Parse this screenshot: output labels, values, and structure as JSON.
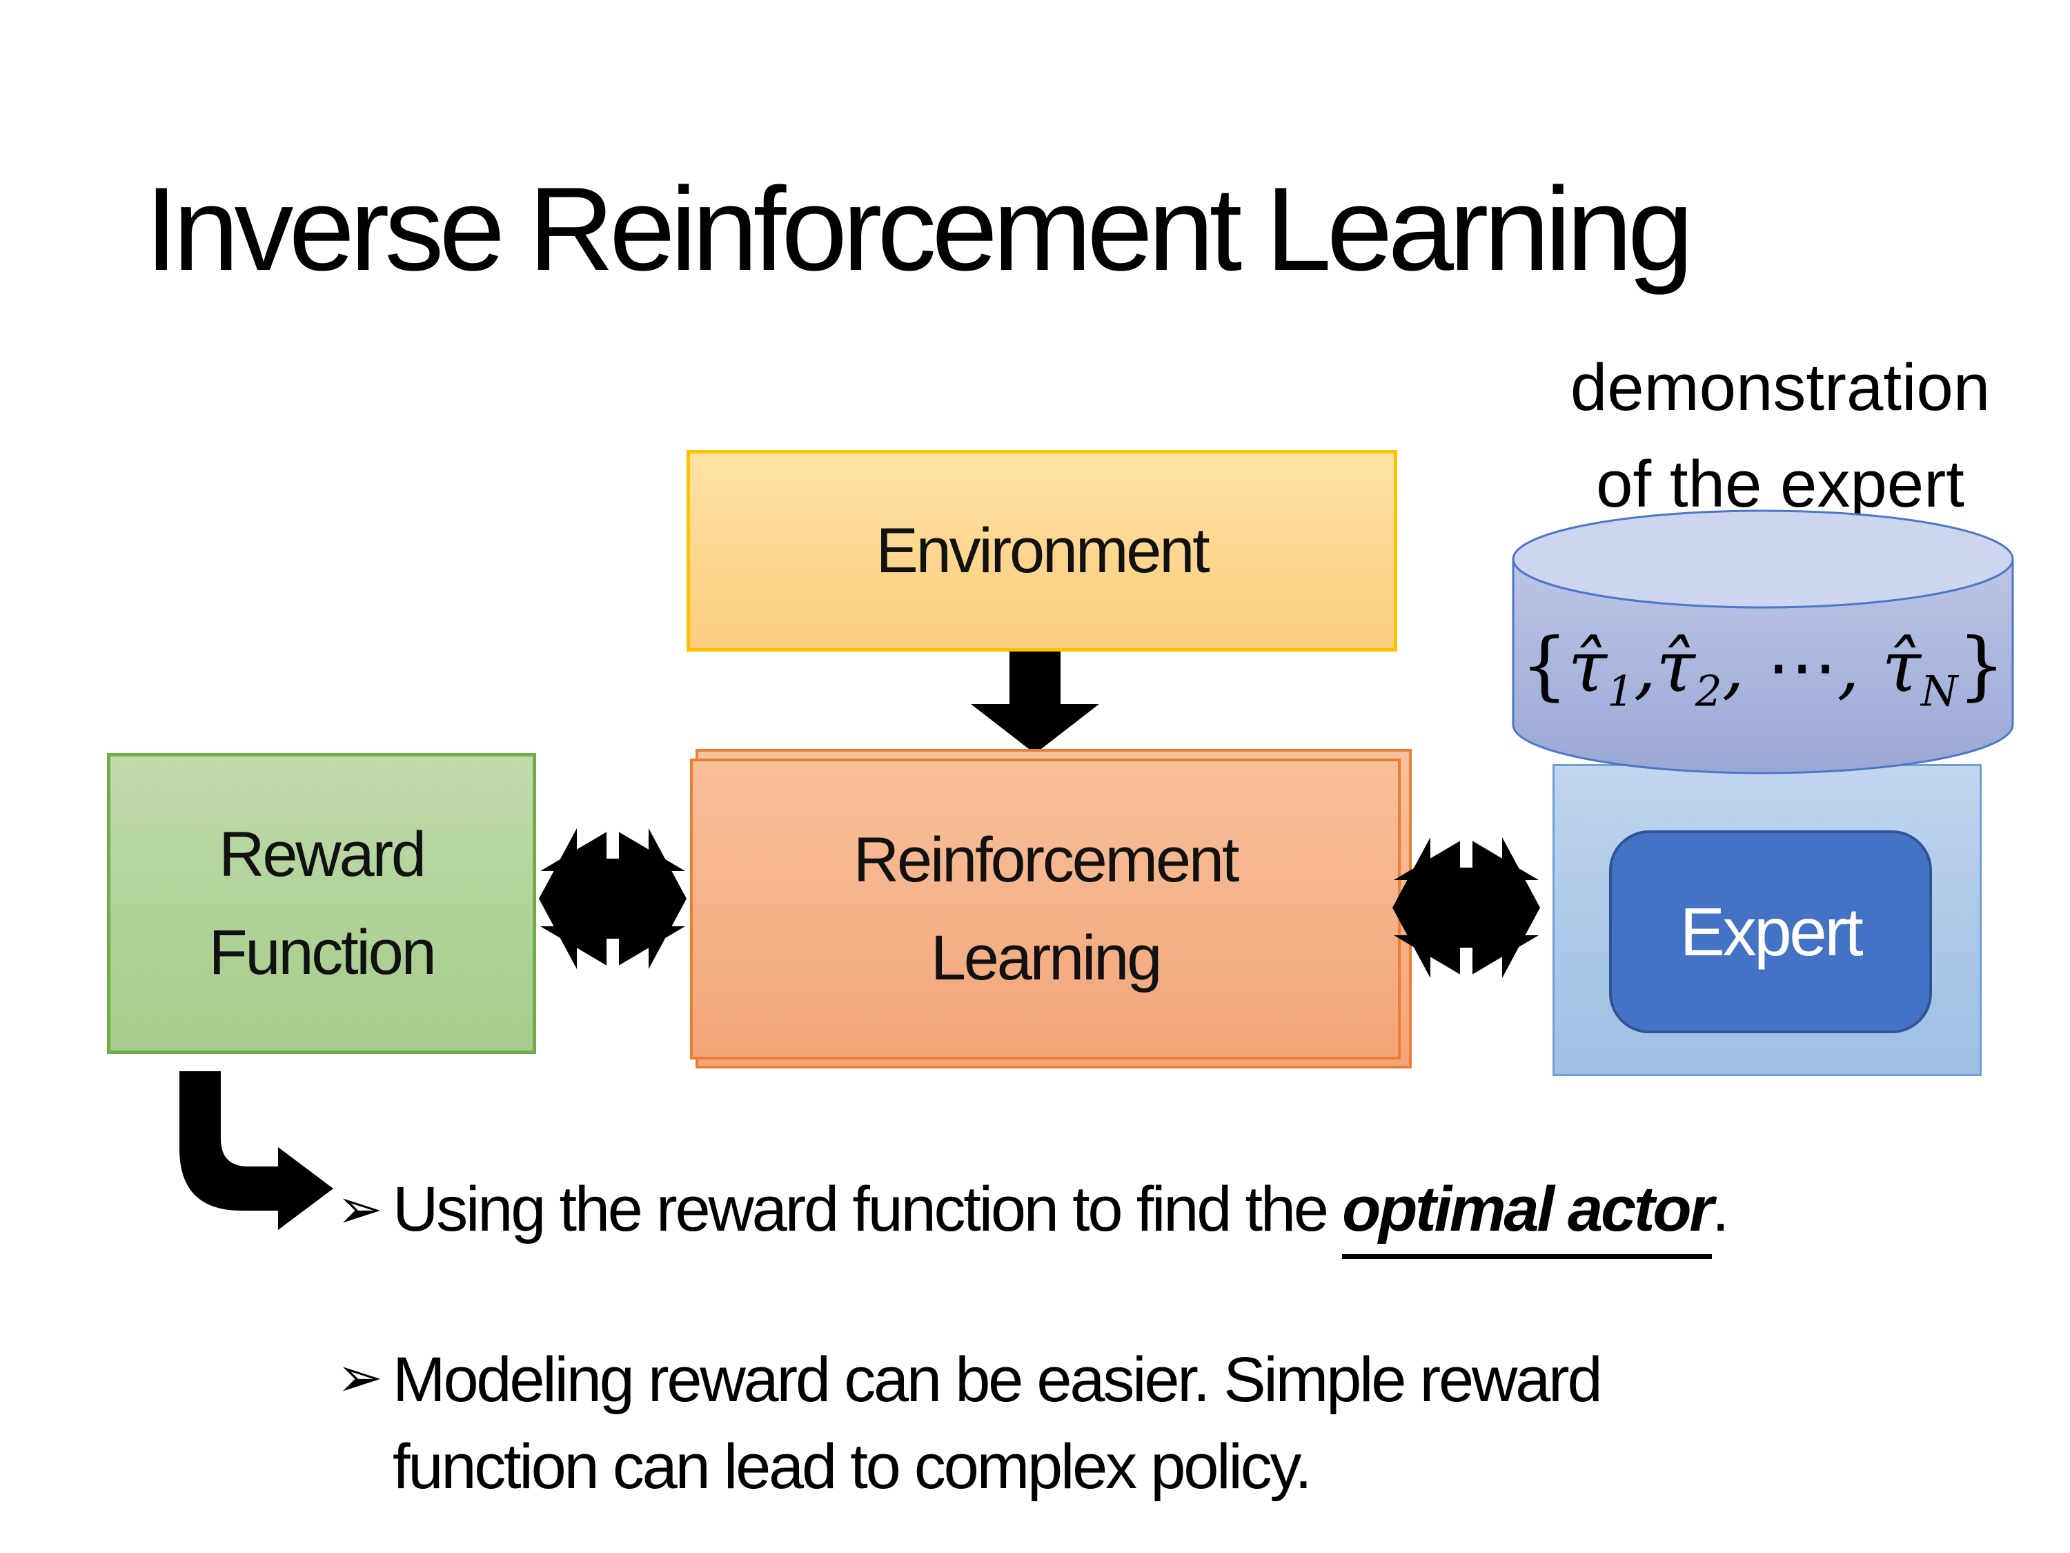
{
  "slide": {
    "title": "Inverse Reinforcement Learning",
    "annotation": {
      "line1": "demonstration",
      "line2": "of the expert"
    },
    "nodes": {
      "environment": {
        "label": "Environment"
      },
      "reward_function": {
        "line1": "Reward",
        "line2": "Function"
      },
      "reinforcement_learning": {
        "line1": "Reinforcement",
        "line2": "Learning"
      },
      "expert": {
        "label": "Expert"
      }
    },
    "demo_formula": {
      "open": "{",
      "t1": "τ̂",
      "t1sub": "1",
      "sep1": ",",
      "t2": "τ̂",
      "t2sub": "2",
      "sep2": ",",
      "dots": "⋯",
      "sep3": ",",
      "tn": "τ̂",
      "tnsub": "N",
      "close": "}"
    },
    "bullets": {
      "marker": "➢",
      "item1": {
        "prefix": "Using the reward function to find the ",
        "emphasis": "optimal actor",
        "suffix": "."
      },
      "item2": {
        "line1": "Modeling reward can be easier. Simple reward",
        "line2": "function can lead to complex policy."
      }
    },
    "colors": {
      "environment_border": "#FFC000",
      "environment_fill": "#FCD68E",
      "reward_border": "#70AD47",
      "reward_fill": "#B0D298",
      "rl_border": "#ED7D31",
      "rl_fill": "#F5B188",
      "expert_container_fill": "#AECAE9",
      "expert_container_border": "#6FA0D4",
      "expert_fill": "#4472C4",
      "expert_border": "#2F5597",
      "expert_text": "#FFFFFF",
      "cylinder_fill": "#A9B4DD",
      "cylinder_top_fill": "#CDD6EE",
      "cylinder_border": "#4C77C9",
      "arrow_color": "#000000",
      "text_color": "#000000"
    }
  }
}
